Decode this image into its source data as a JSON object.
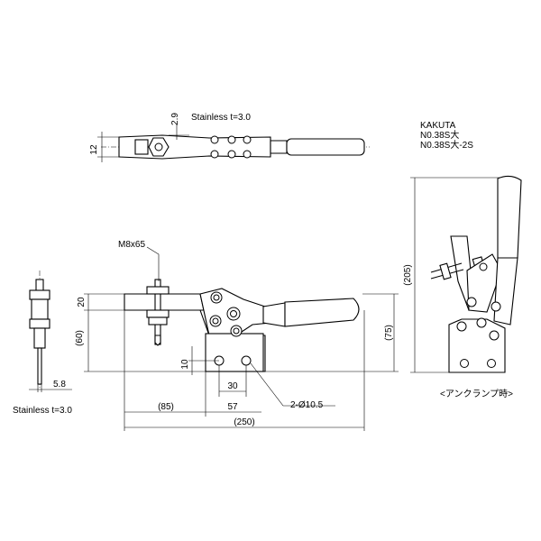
{
  "header": {
    "maker": "KAKUTA",
    "model_1": "N0.38S大",
    "model_2": "N0.38S大-2S"
  },
  "labels": {
    "material_top": "Stainless t=3.0",
    "material_left": "Stainless t=3.0",
    "bolt": "M8x65",
    "holes": "2-Ø10.5",
    "clamp_state": "<アンクランプ時>"
  },
  "dimensions": {
    "plate_thickness": "2.9",
    "plate_width": "12",
    "spindle_offset": "20",
    "base_height": "(60)",
    "hole_height": "10",
    "hole_pitch": "30",
    "base_to_hole": "57",
    "arm_length": "(85)",
    "overall_length": "(250)",
    "overall_height": "(75)",
    "open_height": "(205)",
    "side_width": "5.8"
  }
}
